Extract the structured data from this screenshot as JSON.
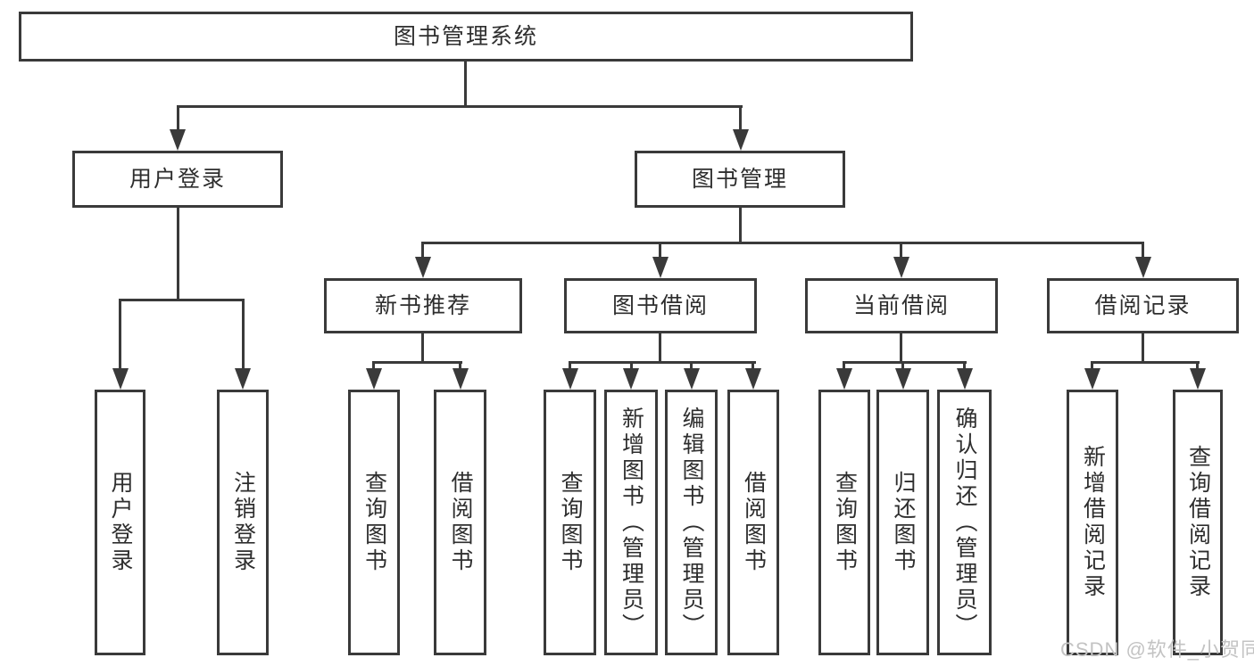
{
  "diagram": {
    "title": "图书管理系统",
    "level2": {
      "user_login": "用户登录",
      "book_mgmt": "图书管理"
    },
    "level3": {
      "new_books": "新书推荐",
      "book_borrow": "图书借阅",
      "current_borrow": "当前借阅",
      "borrow_records": "借阅记录"
    },
    "leaves": {
      "login": [
        "用户登录",
        "注销登录"
      ],
      "new_books": [
        "查询图书",
        "借阅图书"
      ],
      "book_borrow": [
        "查询图书",
        "新增图书（管理员）",
        "编辑图书（管理员）",
        "借阅图书"
      ],
      "current_borrow": [
        "查询图书",
        "归还图书",
        "确认归还（管理员）"
      ],
      "borrow_records": [
        "新增借阅记录",
        "查询借阅记录"
      ]
    }
  },
  "watermark": "CSDN @软件_小贺同学",
  "colors": {
    "line": "#3a3a3a",
    "text": "#2e2e2e",
    "watermark": "#c3c3c3",
    "background": "#ffffff"
  }
}
